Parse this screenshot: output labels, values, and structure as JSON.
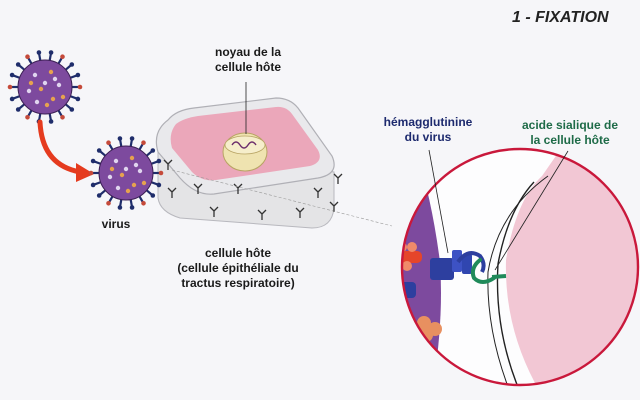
{
  "title": "1 - FIXATION",
  "labels": {
    "noyau": [
      "noyau de la",
      "cellule hôte"
    ],
    "virus": "virus",
    "cellule": [
      "cellule hôte",
      "(cellule épithéliale du",
      "tractus respiratoire)"
    ],
    "hemagglutinine": [
      "hémagglutinine",
      "du virus"
    ],
    "acide": [
      "acide sialique de",
      "la cellule hôte"
    ]
  },
  "colors": {
    "virus_body": "#7d4a9e",
    "virus_spike": "#1f2d6b",
    "cell_top": "#e9a5b9",
    "cell_side": "#e6e6e8",
    "hemagglutinin": "#2d3f9f",
    "sialic_acid": "#1f8a5a",
    "arrow": "#e53b1f",
    "inset_ring": "#c9183b",
    "neuraminidase": "#e89060"
  }
}
